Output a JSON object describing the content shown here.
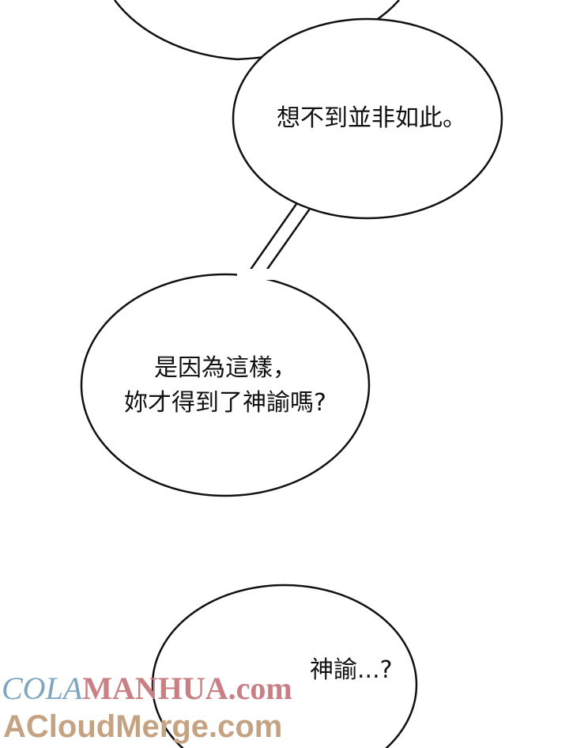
{
  "bubbles": [
    {
      "lines": [
        "想不到並非如此。"
      ]
    },
    {
      "lines": [
        "是因為這樣，",
        "妳才得到了神諭嗎?"
      ]
    },
    {
      "lines": [
        "神諭...?"
      ]
    }
  ],
  "watermark": {
    "part1": "COLA",
    "part2": "MANHUA.com",
    "line2": "ACloudMerge.com"
  }
}
